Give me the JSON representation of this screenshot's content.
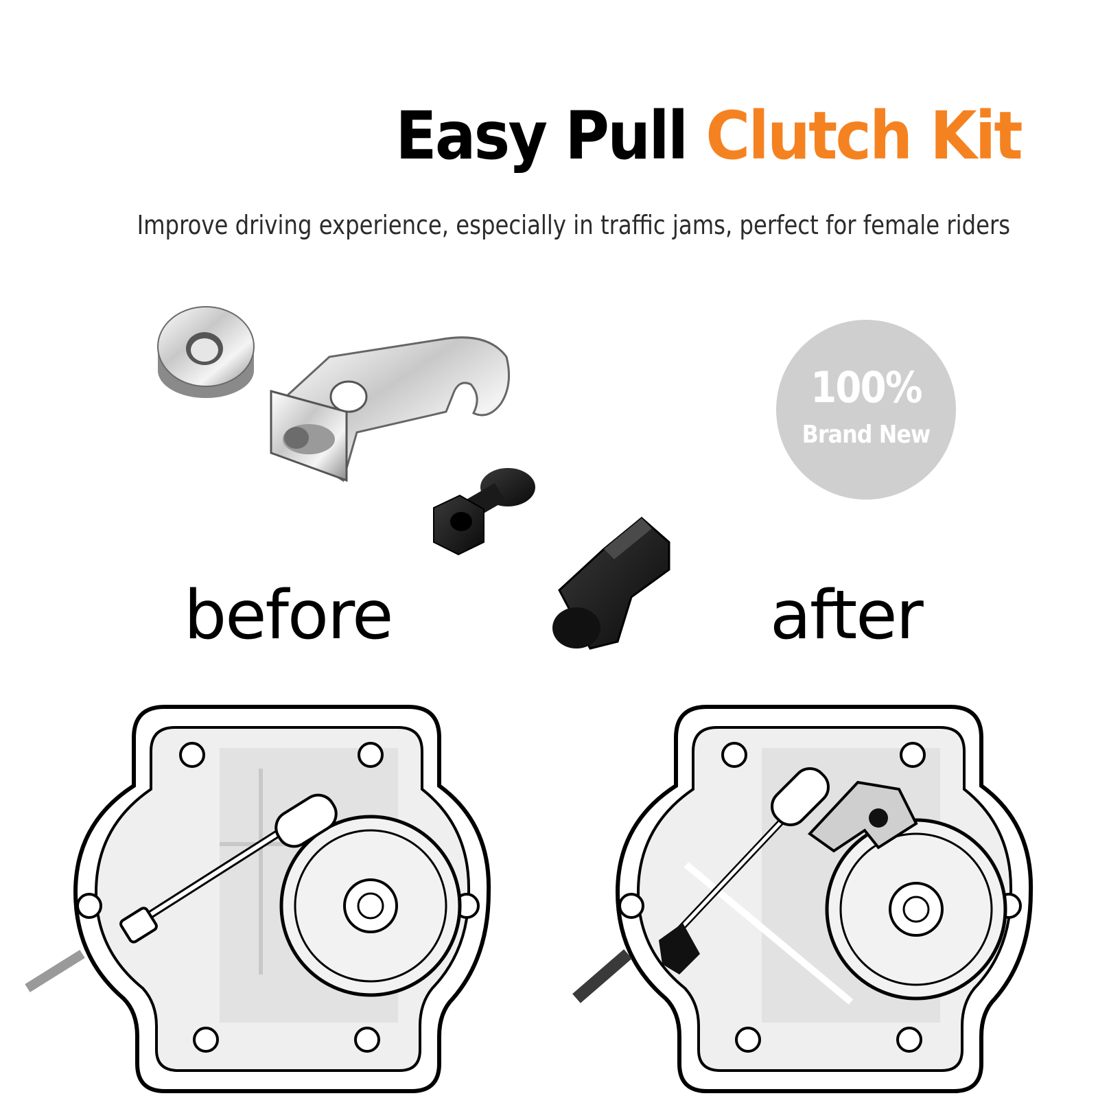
{
  "header": {
    "title_part1": "Easy Pull",
    "title_part2": "Clutch Kit",
    "subtitle": "Improve driving experience, especially in traffic jams, perfect for female riders"
  },
  "badge": {
    "percent": "100%",
    "text": "Brand New"
  },
  "labels": {
    "before": "before",
    "after": "after"
  },
  "colors": {
    "accent": "#f58220",
    "badge": "#cfcfcf",
    "text": "#000000"
  }
}
